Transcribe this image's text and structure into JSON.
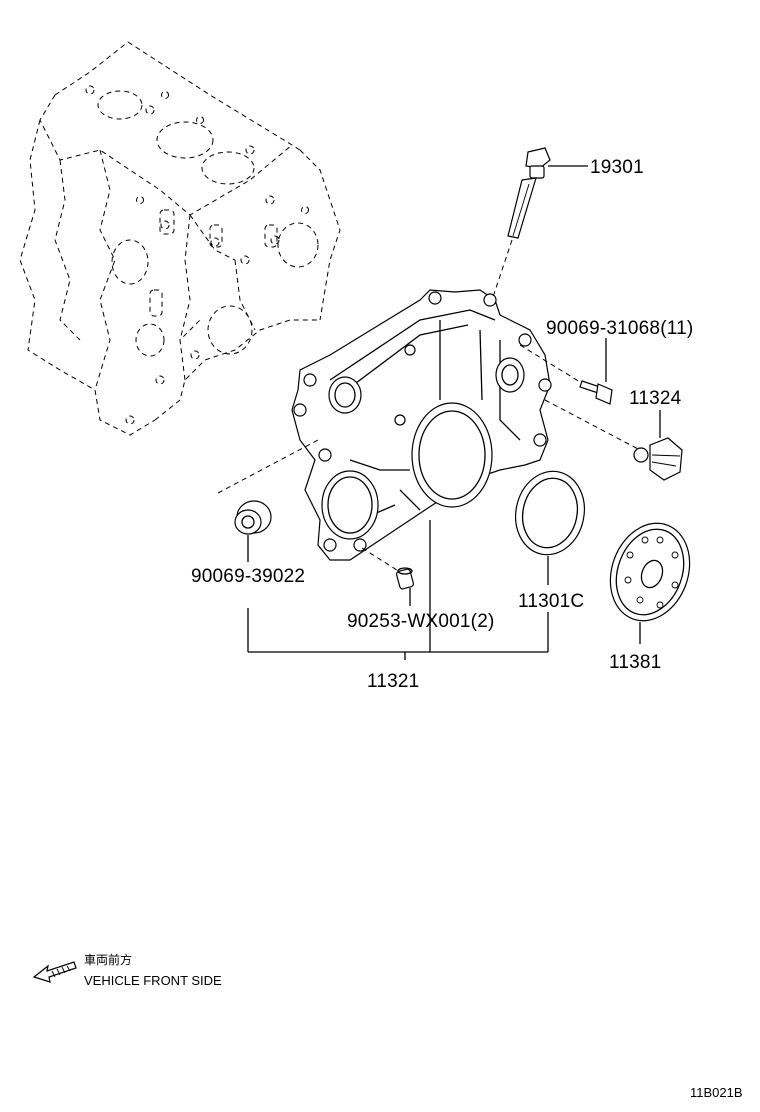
{
  "part_numbers": {
    "p19301": "19301",
    "p90069_31068": "90069-31068(11)",
    "p11324": "11324",
    "p90069_39022": "90069-39022",
    "p90253": "90253-WX001(2)",
    "p11301c": "11301C",
    "p11381": "11381",
    "p11321": "11321"
  },
  "legend": {
    "jp": "車両前方",
    "en": "VEHICLE FRONT SIDE",
    "icon": "arrow-left-icon"
  },
  "reference_code": "11B021B"
}
